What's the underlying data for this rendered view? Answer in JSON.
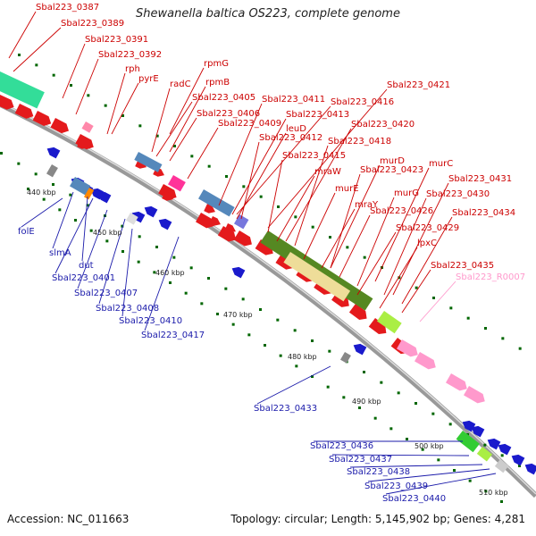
{
  "title": "Shewanella baltica OS223, complete genome",
  "footer": {
    "accession": "Accession: NC_011663",
    "topology": "Topology: circular; Length: 5,145,902 bp; Genes: 4,281"
  },
  "colors": {
    "forward_gene": "#e41a1c",
    "reverse_gene": "#1a1acc",
    "rna": "#ff99cc",
    "backbone": "#999999",
    "label_forward": "#cc0000",
    "label_reverse": "#1a1aaa",
    "label_rna": "#ff99cc",
    "tick": "#006600"
  },
  "kbp_ticks": [
    "440 kbp",
    "450 kbp",
    "460 kbp",
    "470 kbp",
    "480 kbp",
    "490 kbp",
    "500 kbp",
    "510 kbp"
  ],
  "top_labels": [
    "Sbal223_0387",
    "Sbal223_0389",
    "Sbal223_0391",
    "Sbal223_0392",
    "rph",
    "pyrE",
    "rpmG",
    "radC",
    "rpmB",
    "Sbal223_0405",
    "Sbal223_0406",
    "Sbal223_0411",
    "Sbal223_0416",
    "Sbal223_0421",
    "Sbal223_0413",
    "leuD",
    "Sbal223_0409",
    "Sbal223_0420",
    "Sbal223_0412",
    "Sbal223_0418",
    "Sbal223_0415",
    "murD",
    "murC",
    "mraW",
    "Sbal223_0423",
    "Sbal223_0431",
    "murE",
    "murG",
    "Sbal223_0430",
    "mraY",
    "Sbal223_0426",
    "Sbal223_0434",
    "Sbal223_0429",
    "lpxC",
    "Sbal223_0435",
    "Sbal223_R0007"
  ],
  "bottom_labels": [
    "folE",
    "slmA",
    "dut",
    "Sbal223_0401",
    "Sbal223_0407",
    "Sbal223_0408",
    "Sbal223_0410",
    "Sbal223_0417",
    "Sbal223_0433",
    "Sbal223_0436",
    "Sbal223_0437",
    "Sbal223_0438",
    "Sbal223_0439",
    "Sbal223_0440"
  ]
}
